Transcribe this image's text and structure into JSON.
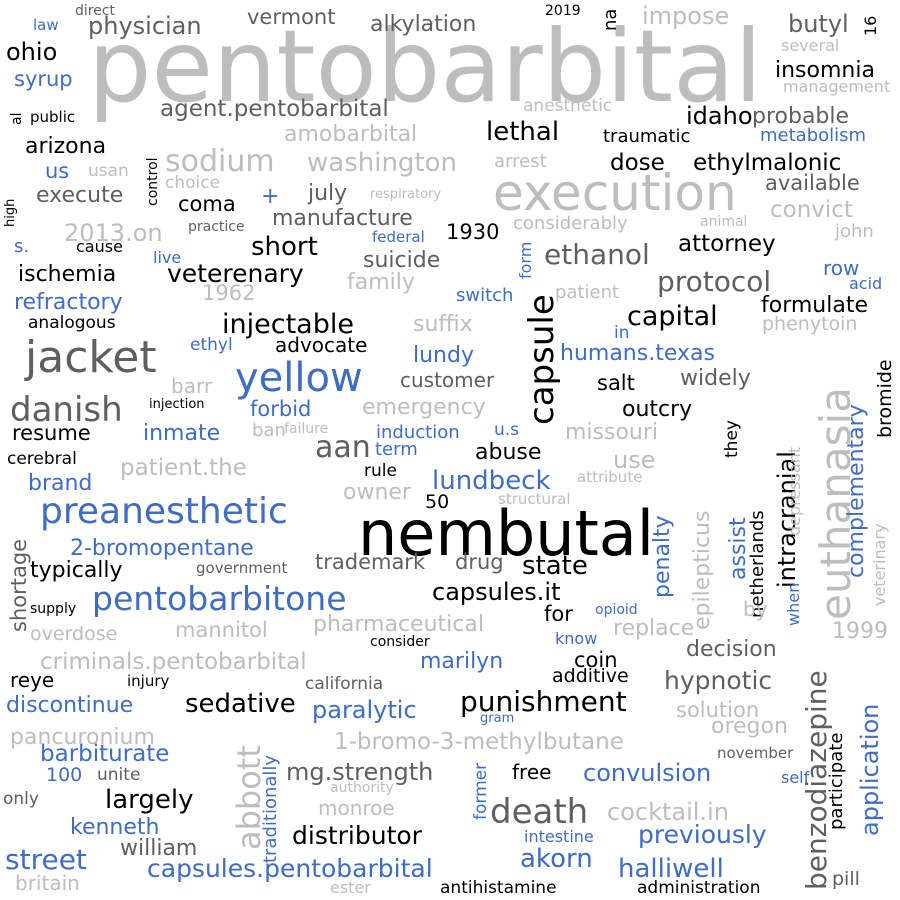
{
  "colors": {
    "black": "#000000",
    "dark_gray": "#5f5f5f",
    "light_gray": "#bdbdbd",
    "blue": "#3f6cc4"
  },
  "words": {
    "pentobarbital": "pentobarbital",
    "nembutal": "nembutal",
    "execution": "execution",
    "euthanasia": "euthanasia",
    "jacket": "jacket",
    "yellow": "yellow",
    "capsule": "capsule",
    "preanesthetic": "preanesthetic",
    "pentobarbitone": "pentobarbitone",
    "danish": "danish",
    "death": "death",
    "abbott": "abbott",
    "benzodiazepine": "benzodiazepine",
    "sodium": "sodium",
    "washington": "washington",
    "protocol": "protocol",
    "injectable": "injectable",
    "ethanol": "ethanol",
    "punishment": "punishment",
    "street": "street",
    "lundbeck": "lundbeck",
    "capsules_pentobarbital": "capsules.pentobarbital",
    "halliwell": "halliwell",
    "capsules_it": "capsules.it",
    "capital": "capital",
    "application": "application",
    "complementary": "complementary",
    "intracranial": "intracranial",
    "aan": "aan",
    "state": "state",
    "largely": "largely",
    "distributor": "distributor",
    "akorn": "akorn",
    "convulsion": "convulsion",
    "previously": "previously",
    "hypnotic": "hypnotic",
    "sedative": "sedative",
    "paralytic": "paralytic",
    "veterenary": "veterenary",
    "short": "short",
    "lethal": "lethal",
    "idaho": "idaho",
    "insomnia": "insomnia",
    "ohio": "ohio",
    "physician": "physician",
    "alkylation": "alkylation",
    "vermont": "vermont",
    "butyl": "butyl",
    "impose": "impose",
    "arizona": "arizona",
    "ethylmalonic": "ethylmalonic",
    "dose": "dose",
    "attorney": "attorney",
    "formulate": "formulate",
    "mg_strength": "mg.strength",
    "cocktail_in": "cocktail.in",
    "criminals_pentobarbital": "criminals.pentobarbital",
    "bromopentane": "2-bromopentane",
    "bromomethylbutane": "1-bromo-3-methylbutane",
    "barbiturate": "barbiturate",
    "discontinue": "discontinue",
    "kenneth": "kenneth",
    "marilyn": "marilyn",
    "pancuronium": "pancuronium",
    "probable": "probable",
    "agent_pentobarbital": "agent.pentobarbital",
    "amobarbital": "amobarbital",
    "execute": "execute",
    "coma": "coma",
    "july": "july",
    "manufacture": "manufacture",
    "available": "available",
    "convict": "convict",
    "suicide": "suicide",
    "ischemia": "ischemia",
    "refractory": "refractory",
    "humans_texas": "humans.texas",
    "outcry": "outcry",
    "suffix": "suffix",
    "advocate": "advocate",
    "emergency": "emergency",
    "missouri": "missouri",
    "abuse": "abuse",
    "use": "use",
    "owner": "owner",
    "trademark": "trademark",
    "drug": "drug",
    "typically": "typically",
    "brand": "brand",
    "inmate": "inmate",
    "resume": "resume",
    "patient_the": "patient.the",
    "forbid": "forbid",
    "customer": "customer",
    "widely": "widely",
    "salt": "salt",
    "epilepticus": "epilepticus",
    "penalty": "penalty",
    "assist": "assist",
    "netherlands": "netherlands",
    "shortage": "shortage",
    "mannitol": "mannitol",
    "pharmaceutical": "pharmaceutical",
    "replace": "replace",
    "decision": "decision",
    "coin": "coin",
    "for": "for",
    "reye": "reye",
    "additive": "additive",
    "solution": "solution",
    "oregon": "oregon",
    "participate": "participate",
    "william": "william",
    "monroe": "monroe",
    "free": "free",
    "britain": "britain",
    "traditionally": "traditionally",
    "former": "former",
    "antihistamine": "antihistamine",
    "administration": "administration",
    "pill": "pill",
    "y2013_on": "2013.on",
    "y1930": "1930",
    "y1962": "1962",
    "y1999": "1999",
    "y2019": "2019",
    "n100": "100",
    "n50": "50",
    "n16": "16",
    "row": "row",
    "acid": "acid",
    "phenytoin": "phenytoin",
    "family": "family",
    "patient": "patient",
    "switch": "switch",
    "form": "form",
    "live": "live",
    "cause": "cause",
    "federal": "federal",
    "s": "s.",
    "choice": "choice",
    "usan": "usan",
    "us": "us",
    "syrup": "syrup",
    "control": "control",
    "respiratory": "respiratory",
    "arrest": "arrest",
    "considerably": "considerably",
    "anesthetic": "anesthetic",
    "metabolism": "metabolism",
    "traumatic": "traumatic",
    "animal": "animal",
    "john": "john",
    "several": "several",
    "management": "management",
    "na": "na",
    "direct": "direct",
    "law": "law",
    "al": "al",
    "public": "public",
    "high": "high",
    "practice": "practice",
    "plus": "+",
    "analogous": "analogous",
    "ethyl": "ethyl",
    "in": "in",
    "lundy": "lundy",
    "barr": "barr",
    "injection": "injection",
    "ban": "ban",
    "failure": "failure",
    "induction": "induction",
    "u_s": "u.s",
    "term": "term",
    "rule": "rule",
    "attribute": "attribute",
    "structural": "structural",
    "depressant": "depressant",
    "veterinary": "veterinary",
    "bromide": "bromide",
    "they": "they",
    "cerebral": "cerebral",
    "government": "government",
    "supply": "supply",
    "overdose": "overdose",
    "opioid": "opioid",
    "consider": "consider",
    "know": "know",
    "by": "by",
    "when": "when",
    "injury": "injury",
    "california": "california",
    "unite": "unite",
    "only": "only",
    "authority": "authority",
    "gram": "gram",
    "november": "november",
    "self": "self",
    "intestine": "intestine",
    "ester": "ester"
  }
}
